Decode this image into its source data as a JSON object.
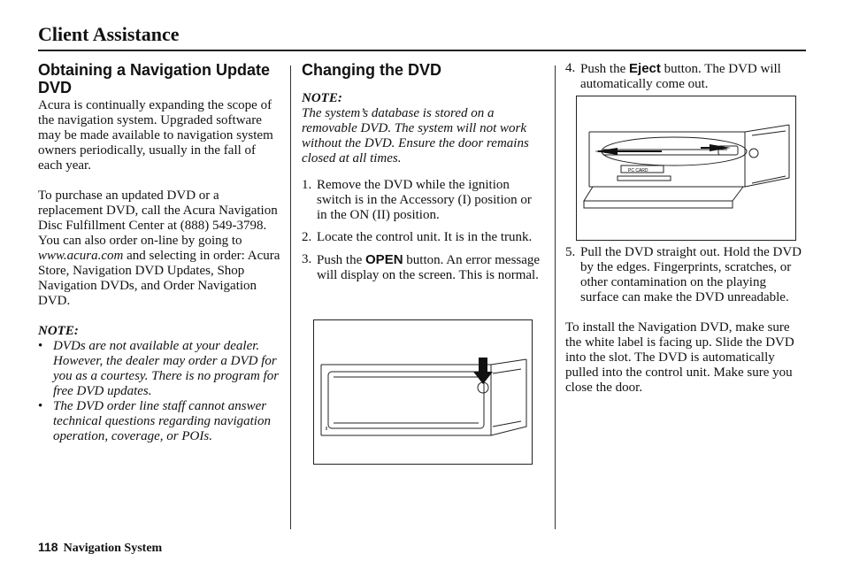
{
  "header": {
    "title": "Client Assistance"
  },
  "left": {
    "heading": "Obtaining a Navigation Update DVD",
    "para1": "Acura is continually expanding the scope of the navigation system. Upgraded software may be made available to navigation system owners periodically, usually in the fall of each year.",
    "para2_pre": "To purchase an updated DVD or a replacement DVD, call the Acura Navigation Disc Fulfillment Center at (888) 549-3798. You can also order on-line by going to ",
    "para2_link": "www.acura.com",
    "para2_post": " and selecting in order: Acura Store, Navigation DVD Updates, Shop Navigation DVDs, and Order Navigation DVD.",
    "note_label": "NOTE:",
    "bullet_char": "•",
    "bullets": [
      "DVDs are not available at your dealer. However, the dealer may order a DVD for you as a courtesy. There is no program for free DVD updates.",
      "The DVD order line staff cannot answer technical questions regarding navigation operation, coverage, or POIs."
    ]
  },
  "middle": {
    "heading": "Changing the DVD",
    "note_label": "NOTE:",
    "note_text": "The system’s database is stored on a removable DVD. The system will not work without the DVD. Ensure the door remains closed at all times.",
    "steps": [
      {
        "num": "1.",
        "text": "Remove the DVD while the ignition switch is in the Accessory (I) position or in the ON (II) position."
      },
      {
        "num": "2.",
        "text": "Locate the control unit. It is in the trunk."
      },
      {
        "num": "3.",
        "pre": "Push the ",
        "button": "OPEN",
        "post": " button.  An error message will display on the screen. This is normal."
      }
    ]
  },
  "right": {
    "step4": {
      "num": "4.",
      "pre": "Push the ",
      "button": "Eject",
      "post": " button. The DVD will automatically come out."
    },
    "figure_label": "PC CARD",
    "step5": {
      "num": "5.",
      "text": "Pull the DVD straight out. Hold the DVD by the edges. Fingerprints, scratches, or other contamination on the playing surface can make the DVD unreadable."
    },
    "para": "To install the Navigation DVD, make sure the white label is facing up. Slide the DVD into the slot. The DVD is automatically pulled into the control unit. Make sure you close the door."
  },
  "footer": {
    "page_number": "118",
    "section": "Navigation System"
  }
}
